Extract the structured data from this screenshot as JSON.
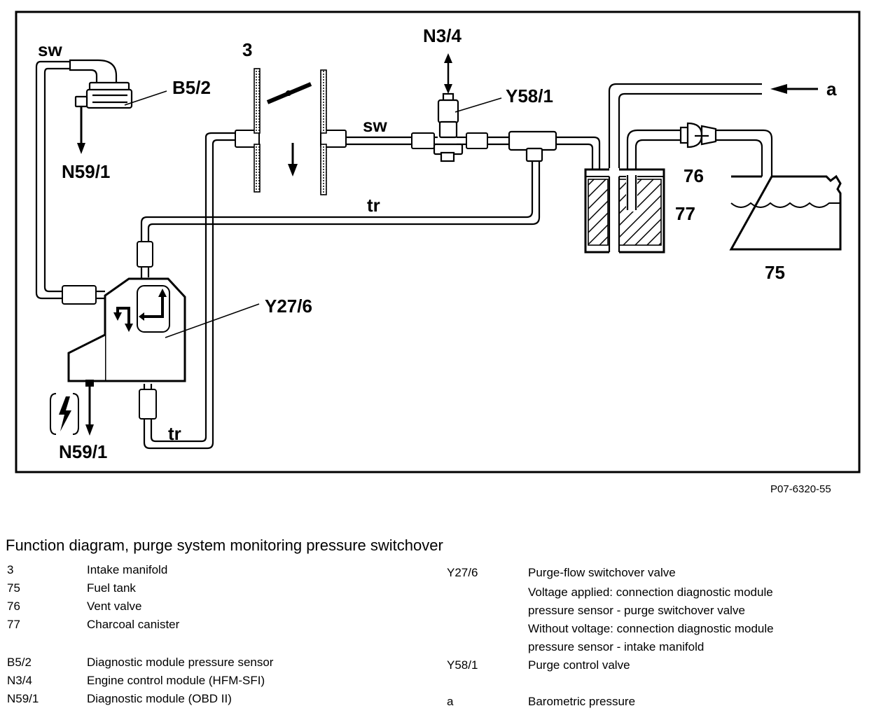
{
  "diagram": {
    "labels": {
      "sw_top": "sw",
      "b52": "B5/2",
      "n591_top": "N59/1",
      "intake_3": "3",
      "n34": "N3/4",
      "y581": "Y58/1",
      "sw_mid": "sw",
      "a": "a",
      "v76": "76",
      "v77": "77",
      "v75": "75",
      "tr_mid": "tr",
      "y276": "Y27/6",
      "n591_bottom": "N59/1",
      "tr_bottom": "tr"
    }
  },
  "figure_code": "P07-6320-55",
  "caption": "Function diagram, purge system monitoring pressure switchover",
  "legend": {
    "left": [
      {
        "code": "3",
        "desc": "Intake manifold"
      },
      {
        "code": "75",
        "desc": "Fuel tank"
      },
      {
        "code": "76",
        "desc": "Vent valve"
      },
      {
        "code": "77",
        "desc": "Charcoal canister"
      },
      {
        "code": "B5/2",
        "desc": "Diagnostic module pressure sensor"
      },
      {
        "code": "N3/4",
        "desc": "Engine control module (HFM-SFI)"
      },
      {
        "code": "N59/1",
        "desc": "Diagnostic module (OBD II)"
      }
    ],
    "right": [
      {
        "code": "Y27/6",
        "desc": "Purge-flow switchover valve"
      },
      {
        "code": "",
        "desc": "Voltage applied: connection  diagnostic module"
      },
      {
        "code": "",
        "desc": "pressure sensor - purge switchover valve"
      },
      {
        "code": "",
        "desc": "Without voltage: connection diagnostic module"
      },
      {
        "code": "",
        "desc": "pressure sensor - intake manifold"
      },
      {
        "code": "Y58/1",
        "desc": "Purge control valve"
      },
      {
        "code": "a",
        "desc": "Barometric pressure"
      }
    ]
  }
}
